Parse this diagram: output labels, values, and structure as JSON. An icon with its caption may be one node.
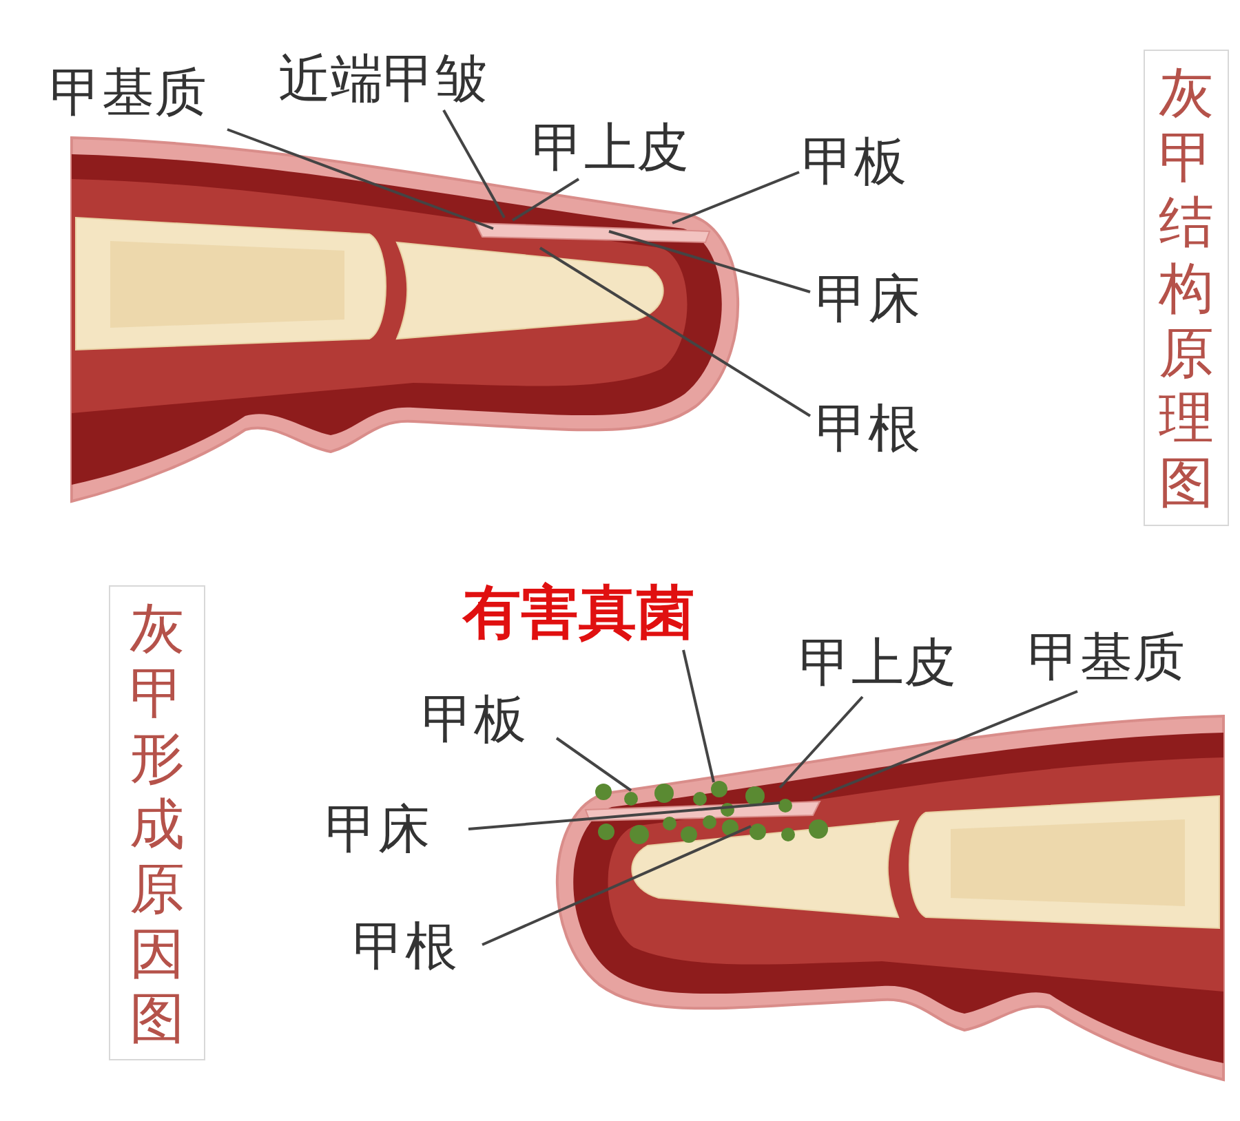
{
  "diagram": {
    "nodes": [
      {
        "text": [
          "甲基质"
        ]
      },
      {
        "text": [
          "近端甲皱"
        ]
      },
      {
        "text": [
          "甲上皮"
        ]
      },
      {
        "text": [
          "甲板"
        ]
      },
      {
        "text": [
          "甲床"
        ]
      },
      {
        "text": [
          "甲根"
        ]
      },
      {
        "text": [
          "灰甲结构原理图"
        ]
      },
      {
        "text": [
          "灰甲形成原因图"
        ]
      },
      {
        "text": [
          "有害真菌"
        ]
      },
      {
        "text": [
          "甲上皮"
        ]
      },
      {
        "text": [
          "甲基质"
        ]
      },
      {
        "text": [
          "甲板"
        ]
      },
      {
        "text": [
          "甲床"
        ]
      },
      {
        "text": [
          "甲根"
        ]
      }
    ],
    "edges": [
      {
        "from": 0,
        "to": null,
        "arrow": "none"
      },
      {
        "from": 1,
        "to": null,
        "arrow": "none"
      },
      {
        "from": 2,
        "to": null,
        "arrow": "none"
      },
      {
        "from": 3,
        "to": null,
        "arrow": "none"
      },
      {
        "from": 4,
        "to": null,
        "arrow": "none"
      },
      {
        "from": 5,
        "to": null,
        "arrow": "none"
      },
      {
        "from": 8,
        "to": null,
        "arrow": "none"
      },
      {
        "from": 9,
        "to": null,
        "arrow": "none"
      },
      {
        "from": 10,
        "to": null,
        "arrow": "none"
      },
      {
        "from": 11,
        "to": null,
        "arrow": "none"
      },
      {
        "from": 12,
        "to": null,
        "arrow": "none"
      },
      {
        "from": 13,
        "to": null,
        "arrow": "none"
      }
    ]
  }
}
